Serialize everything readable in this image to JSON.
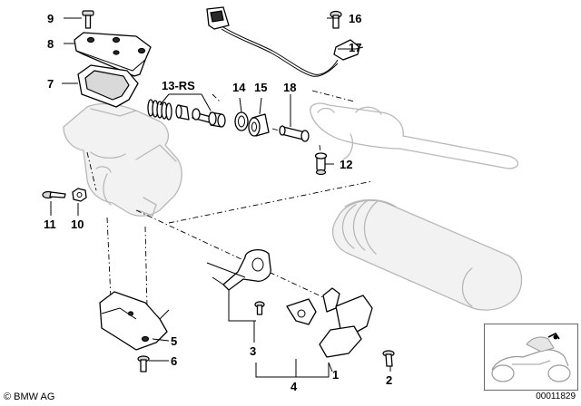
{
  "callouts": {
    "c1": "1",
    "c2": "2",
    "c3": "3",
    "c4": "4",
    "c5": "5",
    "c6": "6",
    "c7": "7",
    "c8": "8",
    "c9": "9",
    "c10": "10",
    "c11": "11",
    "c12": "12",
    "c13": "13-RS",
    "c14": "14",
    "c15": "15",
    "c16": "16",
    "c17": "17",
    "c18": "18"
  },
  "footer": {
    "brand": "BMW AG",
    "code": "00011829"
  },
  "colors": {
    "ink": "#000000",
    "ghost": "#b8b8b8",
    "background": "#ffffff"
  }
}
